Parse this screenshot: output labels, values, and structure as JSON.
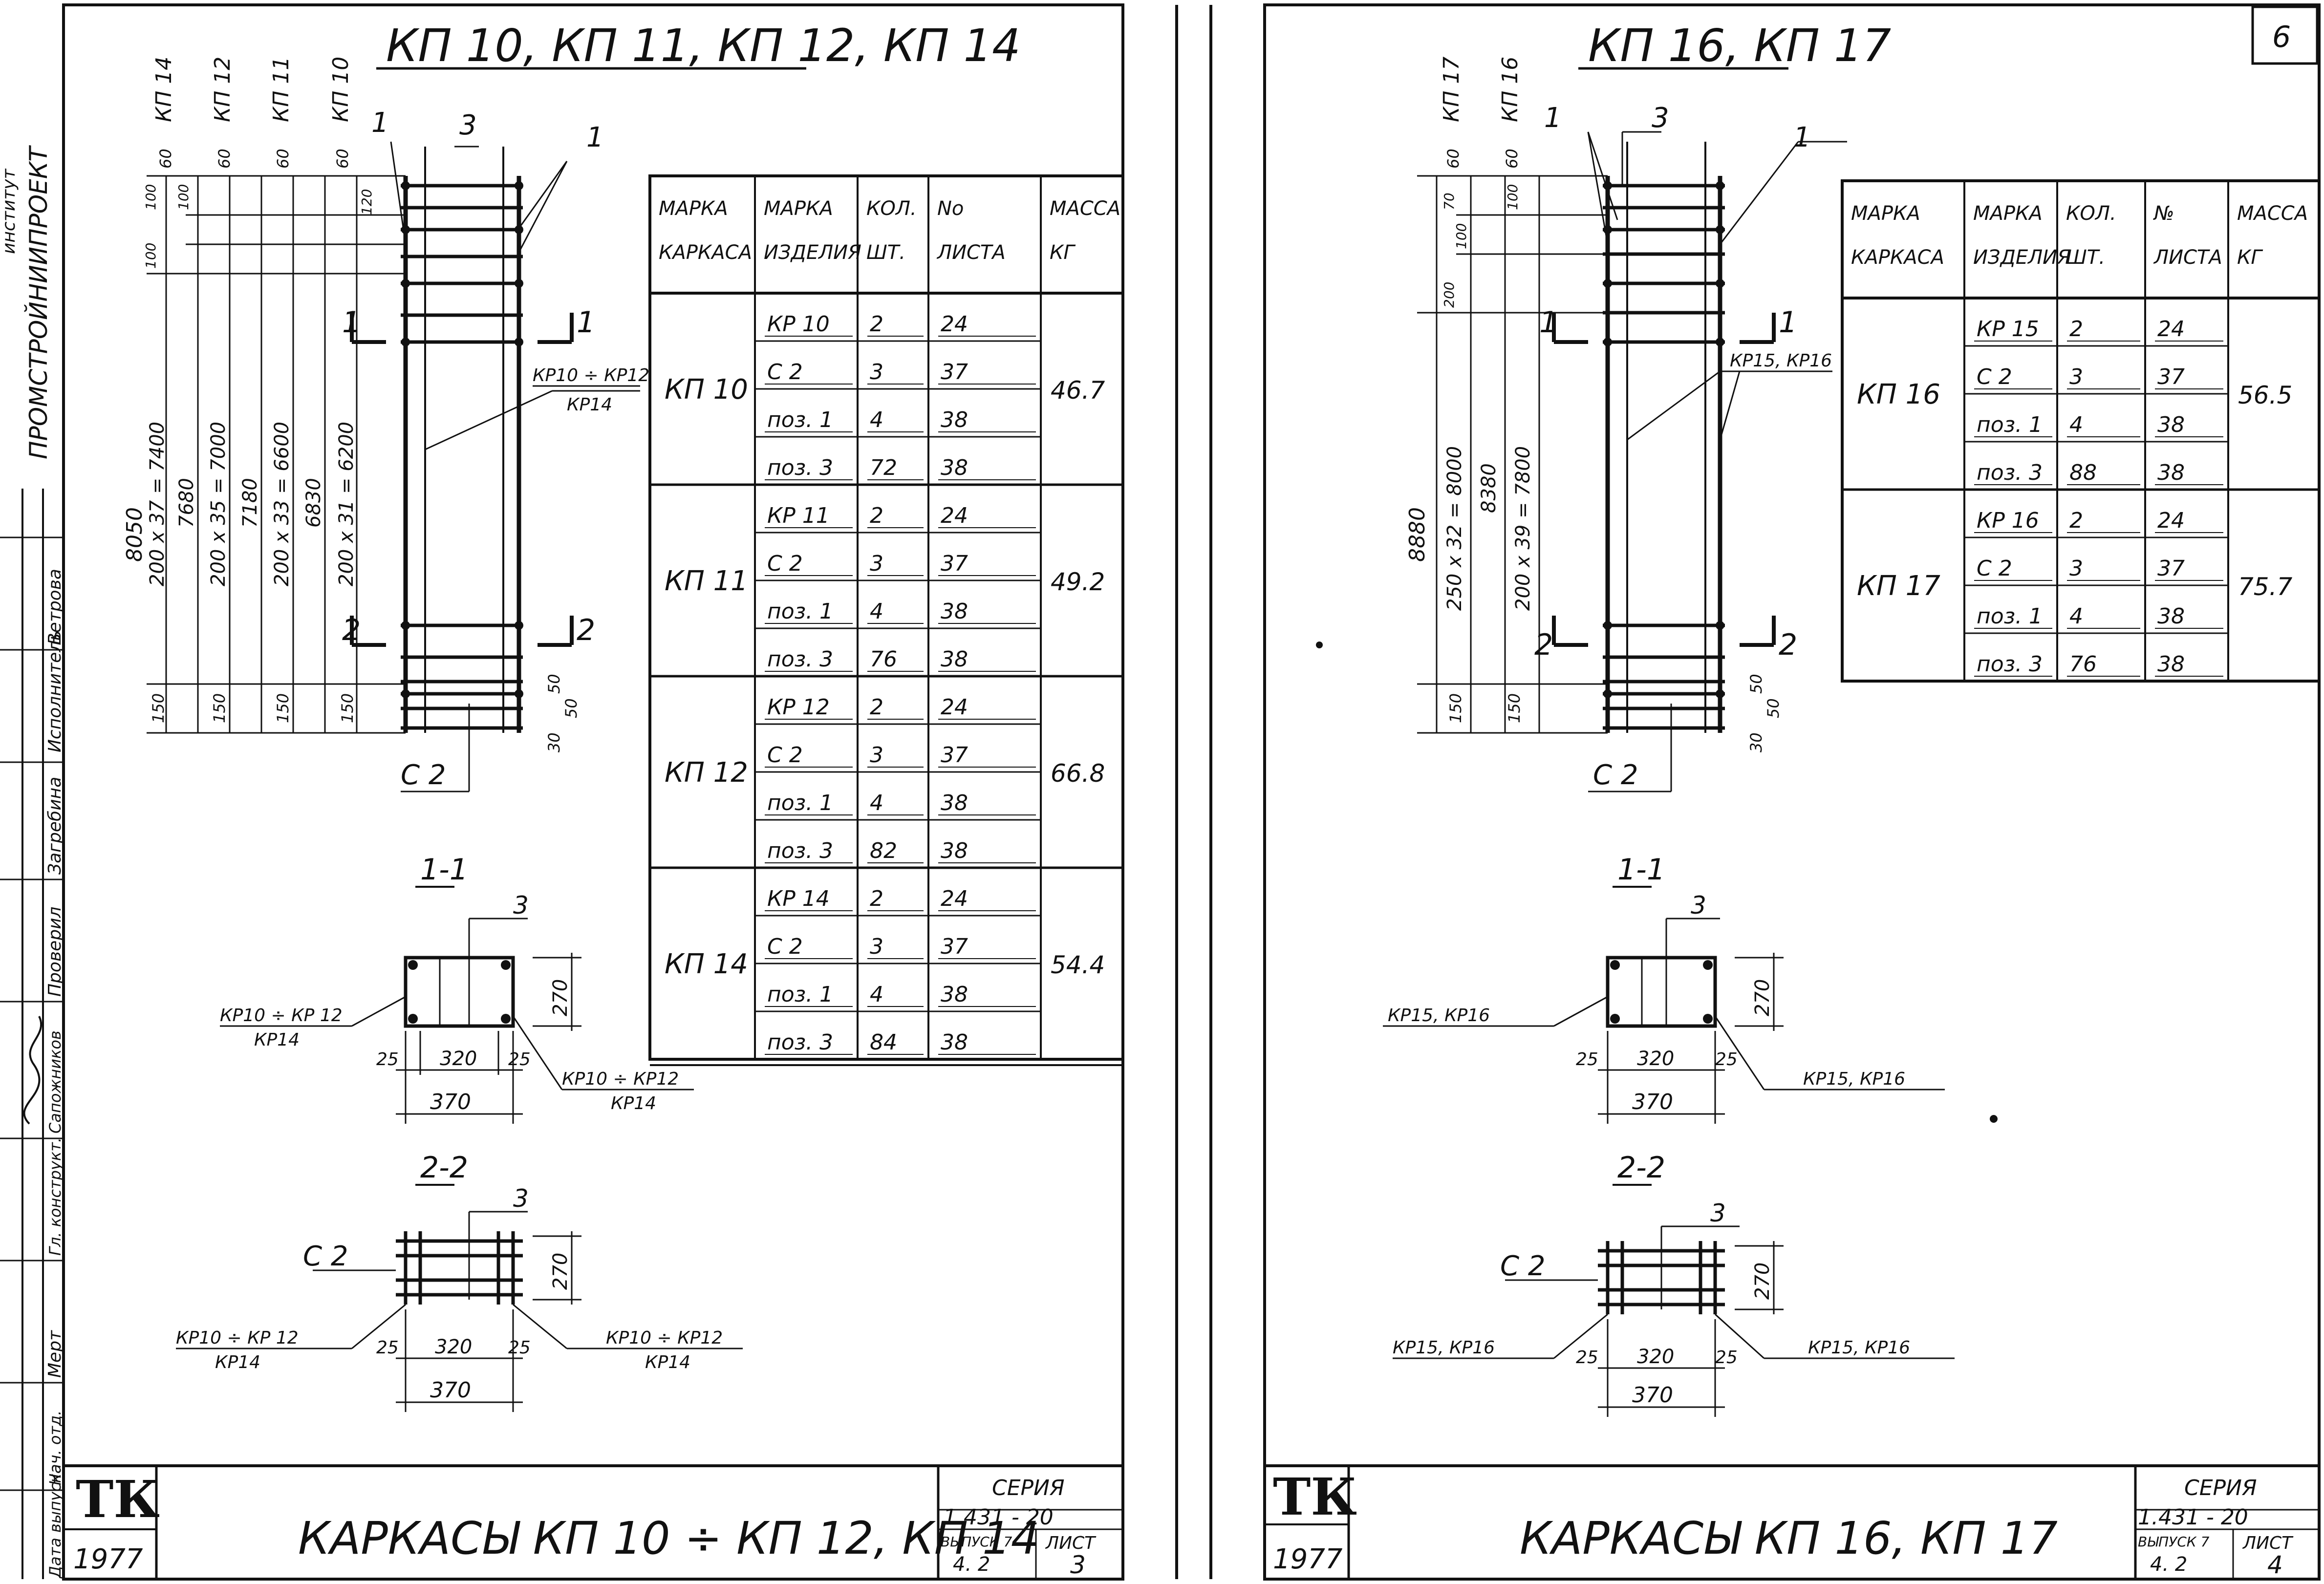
{
  "sheet_number": "6",
  "left": {
    "heading": "КП 10, КП 11, КП 12, КП 14",
    "elev_marks": [
      "КП 14",
      "КП 12",
      "КП 11",
      "КП 10"
    ],
    "dims_outer": [
      "8050",
      "7680",
      "7180",
      "6830"
    ],
    "dims_inner": [
      "200 x 37 = 7400",
      "200 x 35 = 7000",
      "200 x 33 = 6600",
      "200 x 31 = 6200"
    ],
    "dims_top": [
      "60",
      "100",
      "100",
      "100",
      "120"
    ],
    "dims_bottom": "150",
    "dims_right": [
      "50",
      "50",
      "30"
    ],
    "callouts": {
      "pos1": "1",
      "pos3": "3",
      "cut1": "1",
      "cut2": "2",
      "bars_top": "КР10 ÷ КР12",
      "bars_bot": "КР14",
      "c2": "С 2"
    },
    "section1": {
      "title": "1-1",
      "pos3": "3",
      "height": "270",
      "left_cov": "25",
      "width": "320",
      "right_cov": "25",
      "total": "370",
      "label_left_top": "КР10 ÷ КР 12",
      "label_left_bot": "КР14",
      "label_right_top": "КР10 ÷ КР12",
      "label_right_bot": "КР14"
    },
    "section2": {
      "title": "2-2",
      "pos3": "3",
      "c2": "С 2",
      "height": "270",
      "left_cov": "25",
      "width": "320",
      "right_cov": "25",
      "total": "370",
      "label_left_top": "КР10 ÷ КР 12",
      "label_left_bot": "КР14",
      "label_right_top": "КР10 ÷ КР12",
      "label_right_bot": "КР14"
    },
    "table": {
      "headers": [
        [
          "МАРКА",
          "КАРКАСА"
        ],
        [
          "МАРКА",
          "ИЗДЕЛИЯ"
        ],
        [
          "КОЛ.",
          "ШТ."
        ],
        [
          "No",
          "ЛИСТА"
        ],
        [
          "МАССА",
          "КГ"
        ]
      ],
      "groups": [
        {
          "mark": "КП 10",
          "mass": "46.7",
          "rows": [
            [
              "КР 10",
              "2",
              "24"
            ],
            [
              "С 2",
              "3",
              "37"
            ],
            [
              "поз. 1",
              "4",
              "38"
            ],
            [
              "поз. 3",
              "72",
              "38"
            ]
          ]
        },
        {
          "mark": "КП 11",
          "mass": "49.2",
          "rows": [
            [
              "КР 11",
              "2",
              "24"
            ],
            [
              "С 2",
              "3",
              "37"
            ],
            [
              "поз. 1",
              "4",
              "38"
            ],
            [
              "поз. 3",
              "76",
              "38"
            ]
          ]
        },
        {
          "mark": "КП 12",
          "mass": "66.8",
          "rows": [
            [
              "КР 12",
              "2",
              "24"
            ],
            [
              "С 2",
              "3",
              "37"
            ],
            [
              "поз. 1",
              "4",
              "38"
            ],
            [
              "поз. 3",
              "82",
              "38"
            ]
          ]
        },
        {
          "mark": "КП 14",
          "mass": "54.4",
          "rows": [
            [
              "КР 14",
              "2",
              "24"
            ],
            [
              "С 2",
              "3",
              "37"
            ],
            [
              "поз. 1",
              "4",
              "38"
            ],
            [
              "поз. 3",
              "84",
              "38"
            ]
          ]
        }
      ]
    },
    "titleblock": {
      "logo": "ТК",
      "year": "1977",
      "title": "КАРКАСЫ КП 10 ÷ КП 12, КП 14",
      "series_label": "СЕРИЯ",
      "series": "1.431 - 20",
      "issue_label": "ВЫПУСК 7",
      "issue": "4. 2",
      "sheet_label": "ЛИСТ",
      "sheet": "3"
    }
  },
  "right": {
    "heading": "КП 16, КП 17",
    "elev_marks": [
      "КП 17",
      "КП 16"
    ],
    "dims_outer": [
      "8880",
      "8380"
    ],
    "dims_inner": [
      "250 x 32 = 8000",
      "200 x 39 = 7800"
    ],
    "dims_top": [
      "60",
      "70",
      "100",
      "100",
      "200"
    ],
    "dims_bottom": "150",
    "dims_right": [
      "50",
      "50",
      "30"
    ],
    "callouts": {
      "pos1": "1",
      "pos3": "3",
      "cut1": "1",
      "cut2": "2",
      "bars": "КР15, КР16",
      "c2": "С 2"
    },
    "section1": {
      "title": "1-1",
      "pos3": "3",
      "height": "270",
      "left_cov": "25",
      "width": "320",
      "right_cov": "25",
      "total": "370",
      "label_left": "КР15, КР16",
      "label_right": "КР15, КР16"
    },
    "section2": {
      "title": "2-2",
      "pos3": "3",
      "c2": "С 2",
      "height": "270",
      "left_cov": "25",
      "width": "320",
      "right_cov": "25",
      "total": "370",
      "label_left": "КР15, КР16",
      "label_right": "КР15, КР16"
    },
    "table": {
      "headers": [
        [
          "МАРКА",
          "КАРКАСА"
        ],
        [
          "МАРКА",
          "ИЗДЕЛИЯ"
        ],
        [
          "КОЛ.",
          "ШТ."
        ],
        [
          "№",
          "ЛИСТА"
        ],
        [
          "МАССА",
          "КГ"
        ]
      ],
      "groups": [
        {
          "mark": "КП 16",
          "mass": "56.5",
          "rows": [
            [
              "КР 15",
              "2",
              "24"
            ],
            [
              "С 2",
              "3",
              "37"
            ],
            [
              "поз. 1",
              "4",
              "38"
            ],
            [
              "поз. 3",
              "88",
              "38"
            ]
          ]
        },
        {
          "mark": "КП 17",
          "mass": "75.7",
          "rows": [
            [
              "КР 16",
              "2",
              "24"
            ],
            [
              "С 2",
              "3",
              "37"
            ],
            [
              "поз. 1",
              "4",
              "38"
            ],
            [
              "поз. 3",
              "76",
              "38"
            ]
          ]
        }
      ]
    },
    "titleblock": {
      "logo": "ТК",
      "year": "1977",
      "title": "КАРКАСЫ КП 16, КП 17",
      "series_label": "СЕРИЯ",
      "series": "1.431 - 20",
      "issue_label": "ВЫПУСК 7",
      "issue": "4. 2",
      "sheet_label": "ЛИСТ",
      "sheet": "4"
    }
  },
  "sidebar": {
    "org_top": "ПРОМСТРОЙНИИПРОЕКТ",
    "org_sub": "институт",
    "cells": [
      "Исполнитель",
      "Ветрова",
      "Проверил",
      "Загребина",
      "Гл. конструкт.",
      "Сапожников",
      "Нач. отд.",
      "Мерт",
      "Дата выпуска",
      "1977"
    ],
    "signature": "подпись"
  }
}
